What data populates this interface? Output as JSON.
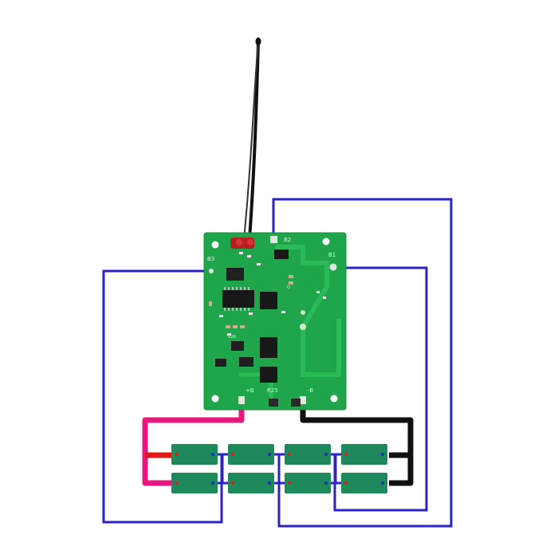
{
  "pcb": {
    "label_b1": "B1",
    "label_b2": "B2",
    "label_b3": "B3",
    "label_bplus": "+B",
    "label_bminus": "-B",
    "label_r25": "R25",
    "label_q": "Q",
    "label_r26": "R26"
  },
  "colors": {
    "board": "#1fa64a",
    "board_dark": "#158a3a",
    "wire_blue": "#2b22c8",
    "wire_pink": "#e6177e",
    "wire_black": "#111111",
    "wire_red": "#e01818",
    "cell": "#1e8a5c",
    "cell_terminal_pos": "#e02020",
    "cell_terminal_neg": "#2030c0"
  },
  "cells": {
    "count": 8,
    "rows": 2,
    "columns": 4
  },
  "icons": [
    "antenna-wire-icon",
    "battery-cell-icon"
  ]
}
